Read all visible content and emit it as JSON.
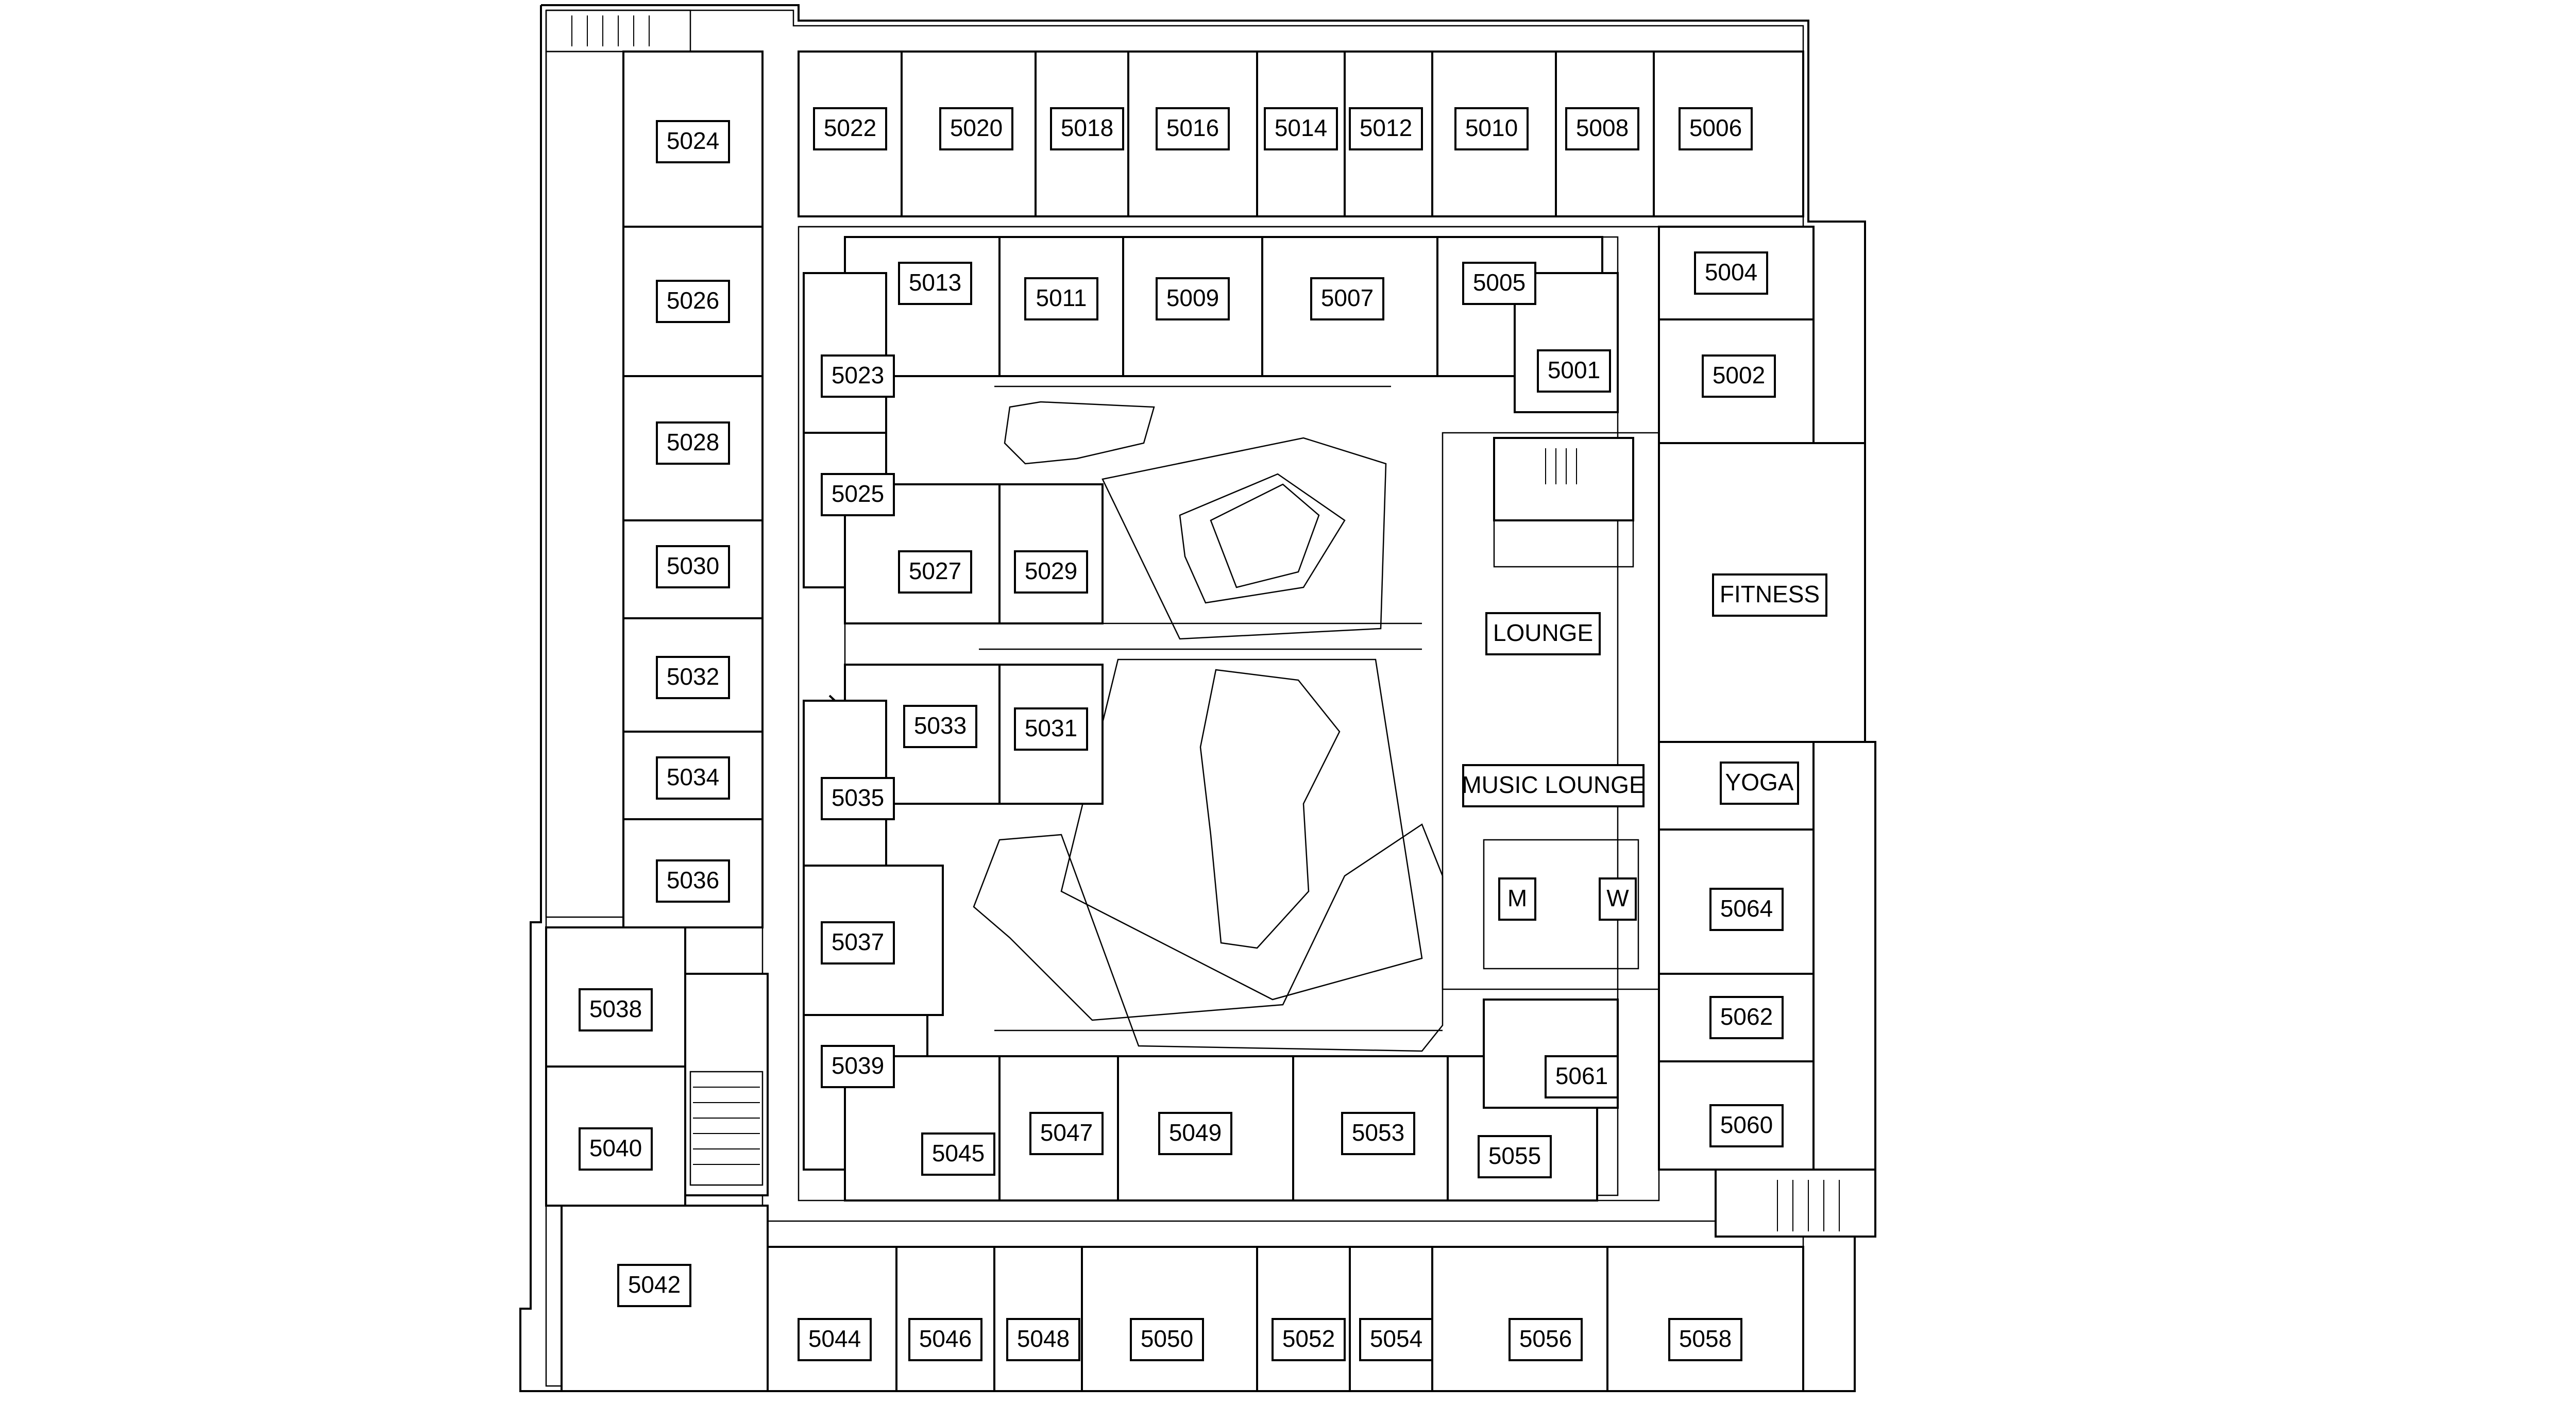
{
  "rooms": [
    {
      "id": "r5024",
      "label": "5024"
    },
    {
      "id": "r5022",
      "label": "5022"
    },
    {
      "id": "r5020",
      "label": "5020"
    },
    {
      "id": "r5018",
      "label": "5018"
    },
    {
      "id": "r5016",
      "label": "5016"
    },
    {
      "id": "r5014",
      "label": "5014"
    },
    {
      "id": "r5012",
      "label": "5012"
    },
    {
      "id": "r5010",
      "label": "5010"
    },
    {
      "id": "r5008",
      "label": "5008"
    },
    {
      "id": "r5006",
      "label": "5006"
    },
    {
      "id": "r5026",
      "label": "5026"
    },
    {
      "id": "r5013",
      "label": "5013"
    },
    {
      "id": "r5011",
      "label": "5011"
    },
    {
      "id": "r5009",
      "label": "5009"
    },
    {
      "id": "r5007",
      "label": "5007"
    },
    {
      "id": "r5005",
      "label": "5005"
    },
    {
      "id": "r5004",
      "label": "5004"
    },
    {
      "id": "r5023",
      "label": "5023"
    },
    {
      "id": "r5001",
      "label": "5001"
    },
    {
      "id": "r5002",
      "label": "5002"
    },
    {
      "id": "r5028",
      "label": "5028"
    },
    {
      "id": "r5025",
      "label": "5025"
    },
    {
      "id": "r5027",
      "label": "5027"
    },
    {
      "id": "r5029",
      "label": "5029"
    },
    {
      "id": "r5030",
      "label": "5030"
    },
    {
      "id": "fitness",
      "label": "FITNESS"
    },
    {
      "id": "lounge",
      "label": "LOUNGE"
    },
    {
      "id": "r5032",
      "label": "5032"
    },
    {
      "id": "r5033",
      "label": "5033"
    },
    {
      "id": "r5031",
      "label": "5031"
    },
    {
      "id": "r5034",
      "label": "5034"
    },
    {
      "id": "r5035",
      "label": "5035"
    },
    {
      "id": "music",
      "label": "MUSIC LOUNGE"
    },
    {
      "id": "yoga",
      "label": "YOGA"
    },
    {
      "id": "r5036",
      "label": "5036"
    },
    {
      "id": "r5064",
      "label": "5064"
    },
    {
      "id": "m",
      "label": "M"
    },
    {
      "id": "w",
      "label": "W"
    },
    {
      "id": "r5037",
      "label": "5037"
    },
    {
      "id": "r5038",
      "label": "5038"
    },
    {
      "id": "r5062",
      "label": "5062"
    },
    {
      "id": "r5039",
      "label": "5039"
    },
    {
      "id": "r5061",
      "label": "5061"
    },
    {
      "id": "r5040",
      "label": "5040"
    },
    {
      "id": "r5047",
      "label": "5047"
    },
    {
      "id": "r5049",
      "label": "5049"
    },
    {
      "id": "r5053",
      "label": "5053"
    },
    {
      "id": "r5060",
      "label": "5060"
    },
    {
      "id": "r5045",
      "label": "5045"
    },
    {
      "id": "r5055",
      "label": "5055"
    },
    {
      "id": "r5042",
      "label": "5042"
    },
    {
      "id": "r5044",
      "label": "5044"
    },
    {
      "id": "r5046",
      "label": "5046"
    },
    {
      "id": "r5048",
      "label": "5048"
    },
    {
      "id": "r5050",
      "label": "5050"
    },
    {
      "id": "r5052",
      "label": "5052"
    },
    {
      "id": "r5054",
      "label": "5054"
    },
    {
      "id": "r5056",
      "label": "5056"
    },
    {
      "id": "r5058",
      "label": "5058"
    }
  ]
}
